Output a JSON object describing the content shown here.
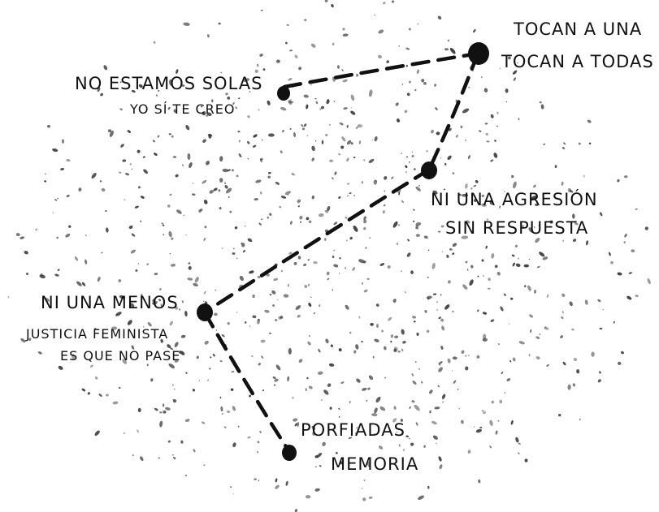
{
  "colors": {
    "background": "#ffffff",
    "ink": "#111111",
    "speckle": "#3a3a3a"
  },
  "labels": {
    "tocan_1": "Tocan a una",
    "tocan_2": "tocan a todas",
    "solas_1": "No estamos solas",
    "solas_2": "Yo sí te creo",
    "agresion_1": "Ni una agresión",
    "agresion_2": "sin respuesta",
    "menos_1": "Ni una menos",
    "menos_2": "Justicia feminista",
    "menos_3": "es que no pase",
    "porfiadas_1": "Porfiadas",
    "porfiadas_2": "memoria"
  }
}
